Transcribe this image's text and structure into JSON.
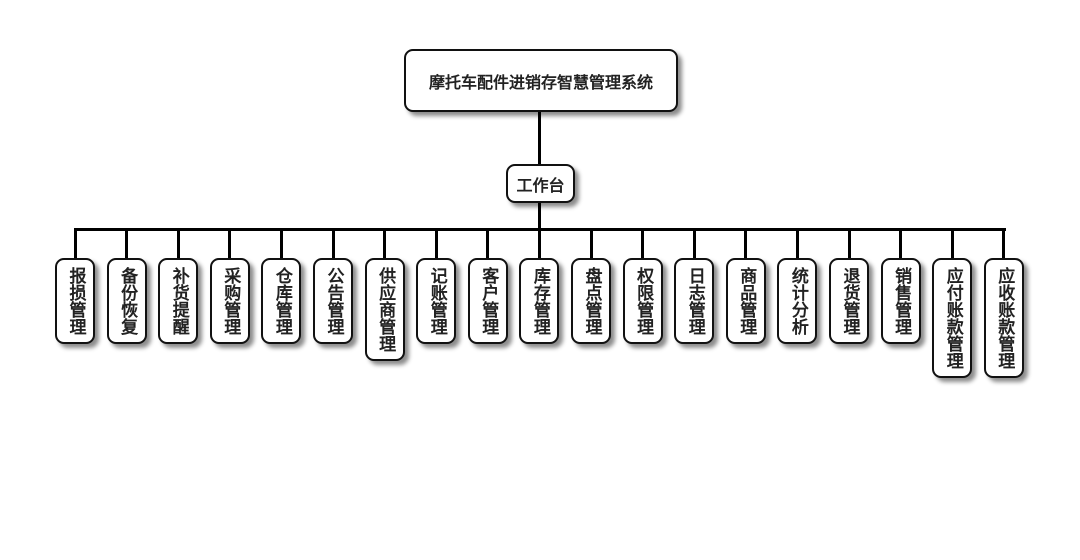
{
  "root": {
    "label": "摩托车配件进销存智慧管理系统"
  },
  "hub": {
    "label": "工作台"
  },
  "modules": [
    "报损管理",
    "备份恢复",
    "补货提醒",
    "采购管理",
    "仓库管理",
    "公告管理",
    "供应商管理",
    "记账管理",
    "客户管理",
    "库存管理",
    "盘点管理",
    "权限管理",
    "日志管理",
    "商品管理",
    "统计分析",
    "退货管理",
    "销售管理",
    "应付账款管理",
    "应收账款管理"
  ]
}
